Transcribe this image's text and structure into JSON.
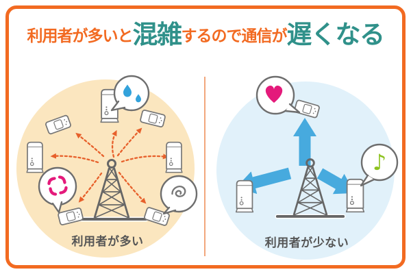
{
  "title": {
    "part1": "利用者が多いと",
    "part2": "混雑",
    "part3": "するので通信が",
    "part4": "遅くなる"
  },
  "left_panel": {
    "label": "利用者が多い",
    "bubble_icons": [
      "sweat-drops-icon",
      "anger-icon",
      "dizzy-scribble-icon"
    ],
    "device_icons": {
      "tower": 1,
      "wifi_routers": 3,
      "mobile_routers": 4
    },
    "arrow_count": 7,
    "arrow_style": "dashed congested orange"
  },
  "right_panel": {
    "label": "利用者が少ない",
    "bubble_icons": [
      "heart-icon",
      "music-note-icon"
    ],
    "note_glyph": "♪",
    "device_icons": {
      "tower": 1,
      "wifi_routers": 2,
      "mobile_routers": 1
    },
    "arrow_count": 3,
    "arrow_style": "thick fast blue"
  },
  "colors": {
    "frame_orange": "#F26A21",
    "title_orange": "#F26A21",
    "title_teal": "#30918A",
    "left_bg": "#FBE6BF",
    "right_bg": "#E1F1FA",
    "divider": "#F2A67C",
    "arrow_orange": "#E7602B",
    "arrow_blue": "#47AADE",
    "bubble_gray": "#6E6E6E",
    "device_gray": "#777777",
    "tower_gray": "#666666",
    "label_gray": "#555555",
    "pink": "#E41A7B",
    "drop_blue": "#33A2DB",
    "note_green": "#8DC21F"
  }
}
